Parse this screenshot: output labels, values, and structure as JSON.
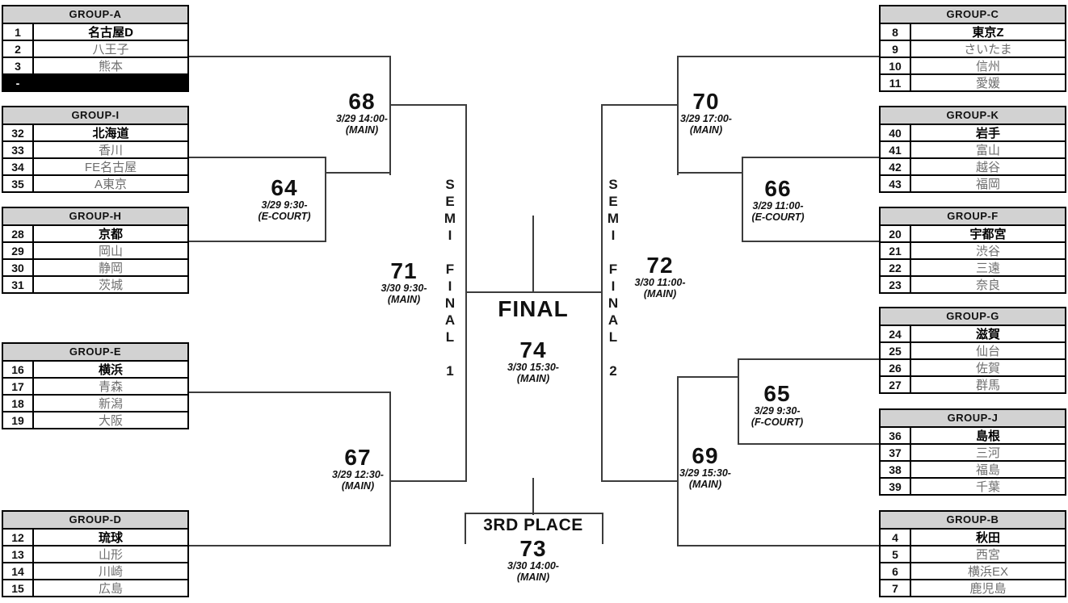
{
  "labels": {
    "final": "FINAL",
    "third_place": "3RD PLACE",
    "semi_final_1": "SEMI FINAL 1",
    "semi_final_2": "SEMI FINAL 2"
  },
  "colors": {
    "line": "#3c3c3c",
    "group_header_bg": "#d2d2d2",
    "winner_text": "#000000",
    "team_text": "#6e6e6e",
    "filler_bg": "#000000"
  },
  "groups": [
    {
      "name": "GROUP-A",
      "rows": [
        {
          "seed": "1",
          "team": "名古屋D",
          "winner": true
        },
        {
          "seed": "2",
          "team": "八王子",
          "winner": false
        },
        {
          "seed": "3",
          "team": "熊本",
          "winner": false
        },
        {
          "seed": "-",
          "team": "",
          "winner": false,
          "filler": true
        }
      ]
    },
    {
      "name": "GROUP-I",
      "rows": [
        {
          "seed": "32",
          "team": "北海道",
          "winner": true
        },
        {
          "seed": "33",
          "team": "香川",
          "winner": false
        },
        {
          "seed": "34",
          "team": "FE名古屋",
          "winner": false
        },
        {
          "seed": "35",
          "team": "A東京",
          "winner": false
        }
      ]
    },
    {
      "name": "GROUP-H",
      "rows": [
        {
          "seed": "28",
          "team": "京都",
          "winner": true
        },
        {
          "seed": "29",
          "team": "岡山",
          "winner": false
        },
        {
          "seed": "30",
          "team": "静岡",
          "winner": false
        },
        {
          "seed": "31",
          "team": "茨城",
          "winner": false
        }
      ]
    },
    {
      "name": "GROUP-E",
      "rows": [
        {
          "seed": "16",
          "team": "横浜",
          "winner": true
        },
        {
          "seed": "17",
          "team": "青森",
          "winner": false
        },
        {
          "seed": "18",
          "team": "新潟",
          "winner": false
        },
        {
          "seed": "19",
          "team": "大阪",
          "winner": false
        }
      ]
    },
    {
      "name": "GROUP-D",
      "rows": [
        {
          "seed": "12",
          "team": "琉球",
          "winner": true
        },
        {
          "seed": "13",
          "team": "山形",
          "winner": false
        },
        {
          "seed": "14",
          "team": "川崎",
          "winner": false
        },
        {
          "seed": "15",
          "team": "広島",
          "winner": false
        }
      ]
    },
    {
      "name": "GROUP-C",
      "rows": [
        {
          "seed": "8",
          "team": "東京Z",
          "winner": true
        },
        {
          "seed": "9",
          "team": "さいたま",
          "winner": false
        },
        {
          "seed": "10",
          "team": "信州",
          "winner": false
        },
        {
          "seed": "11",
          "team": "愛媛",
          "winner": false
        }
      ]
    },
    {
      "name": "GROUP-K",
      "rows": [
        {
          "seed": "40",
          "team": "岩手",
          "winner": true
        },
        {
          "seed": "41",
          "team": "富山",
          "winner": false
        },
        {
          "seed": "42",
          "team": "越谷",
          "winner": false
        },
        {
          "seed": "43",
          "team": "福岡",
          "winner": false
        }
      ]
    },
    {
      "name": "GROUP-F",
      "rows": [
        {
          "seed": "20",
          "team": "宇都宮",
          "winner": true
        },
        {
          "seed": "21",
          "team": "渋谷",
          "winner": false
        },
        {
          "seed": "22",
          "team": "三遠",
          "winner": false
        },
        {
          "seed": "23",
          "team": "奈良",
          "winner": false
        }
      ]
    },
    {
      "name": "GROUP-G",
      "rows": [
        {
          "seed": "24",
          "team": "滋賀",
          "winner": true
        },
        {
          "seed": "25",
          "team": "仙台",
          "winner": false
        },
        {
          "seed": "26",
          "team": "佐賀",
          "winner": false
        },
        {
          "seed": "27",
          "team": "群馬",
          "winner": false
        }
      ]
    },
    {
      "name": "GROUP-J",
      "rows": [
        {
          "seed": "36",
          "team": "島根",
          "winner": true
        },
        {
          "seed": "37",
          "team": "三河",
          "winner": false
        },
        {
          "seed": "38",
          "team": "福島",
          "winner": false
        },
        {
          "seed": "39",
          "team": "千葉",
          "winner": false
        }
      ]
    },
    {
      "name": "GROUP-B",
      "rows": [
        {
          "seed": "4",
          "team": "秋田",
          "winner": true
        },
        {
          "seed": "5",
          "team": "西宮",
          "winner": false
        },
        {
          "seed": "6",
          "team": "横浜EX",
          "winner": false
        },
        {
          "seed": "7",
          "team": "鹿児島",
          "winner": false
        }
      ]
    }
  ],
  "matches": {
    "m68": {
      "number": "68",
      "datetime": "3/29 14:00-",
      "venue": "(MAIN)"
    },
    "m64": {
      "number": "64",
      "datetime": "3/29 9:30-",
      "venue": "(E-COURT)"
    },
    "m71": {
      "number": "71",
      "datetime": "3/30 9:30-",
      "venue": "(MAIN)"
    },
    "m67": {
      "number": "67",
      "datetime": "3/29 12:30-",
      "venue": "(MAIN)"
    },
    "m70": {
      "number": "70",
      "datetime": "3/29 17:00-",
      "venue": "(MAIN)"
    },
    "m66": {
      "number": "66",
      "datetime": "3/29 11:00-",
      "venue": "(E-COURT)"
    },
    "m72": {
      "number": "72",
      "datetime": "3/30 11:00-",
      "venue": "(MAIN)"
    },
    "m65": {
      "number": "65",
      "datetime": "3/29 9:30-",
      "venue": "(F-COURT)"
    },
    "m69": {
      "number": "69",
      "datetime": "3/29 15:30-",
      "venue": "(MAIN)"
    },
    "m74": {
      "number": "74",
      "datetime": "3/30 15:30-",
      "venue": "(MAIN)"
    },
    "m73": {
      "number": "73",
      "datetime": "3/30 14:00-",
      "venue": "(MAIN)"
    }
  }
}
